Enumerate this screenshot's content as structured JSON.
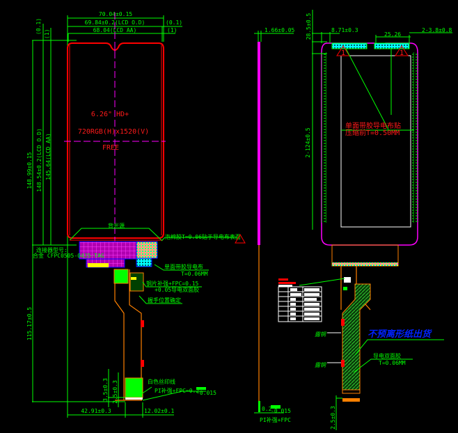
{
  "colors": {
    "background": "#000000",
    "dimension": "#00ff00",
    "outline": "#ff0000",
    "centerline": "#ff00ff",
    "fpc": "#ff8000",
    "note_blue": "#0022ff"
  },
  "front_view": {
    "size_label": "6.26\"  HD+",
    "resolution_label": "720RGB(H)x1520(V)",
    "free_label": "FREE",
    "dims": {
      "outline_width": "70.04±0.15",
      "od_width": "69.84±0.2(LCD O.D)",
      "aa_width": "68.04(LCD AA)",
      "od_tol": "(0.1)",
      "aa_tol": "(1)",
      "left_a": "(0.1)",
      "left_b": "(1)",
      "outline_height": "148.99±0.15",
      "od_height": "148.54±0.2(LCD O.D)",
      "aa_height": "145.64(LCD AA)",
      "fpc_length": "115.17±0.5",
      "fpc_offset": "42.91±0.3",
      "fpc_width": "12.02±0.1",
      "stiff_a": "3.5±0.3",
      "stiff_b": "2.5±0.3"
    },
    "notes": {
      "bezel": "背光源",
      "tape": "泡棉胶T=0.06贴于导电布表面",
      "model_label": "连接器型号:",
      "model_value": "合金 CFPC0505-04J5-TAG",
      "conductive_cloth": "单面带胶导电布",
      "conductive_cloth_t": "T=0.06MM",
      "stiffener": "钢片补强+FPC=0.15",
      "stiffener_2": "+0.05导电双面胶",
      "hand_pos": "握手位置确定",
      "silk": "白色丝印线",
      "pi_stiffener": "PI补强+FPC=0.2",
      "pi_tol": "-0.015"
    }
  },
  "side_view": {
    "thickness": "1.66±0.05",
    "bottom_dim": "0.2",
    "bottom_tol": "-0.015",
    "bottom_note": "PI补强+FPC"
  },
  "back_view": {
    "dims": {
      "top_height": "28.5±0.5",
      "left_offset": "8.71±0.3",
      "tape_width": "25.26",
      "right_offset": "2-3.8±0.8",
      "mid_height": "2-124±0.5",
      "bottom_dim": "2.5±0.3"
    },
    "warning_symbol": "1",
    "notes": {
      "cloth": "单面带胶导电布贴",
      "cloth_t": "压缩前T=0.50MM",
      "exposed_copper_1": "露铜",
      "exposed_copper_2": "露铜",
      "release_paper": "不预离形纸出货",
      "conductive_tape": "导电双面胶",
      "conductive_tape_t": "T=0.06MM"
    }
  }
}
